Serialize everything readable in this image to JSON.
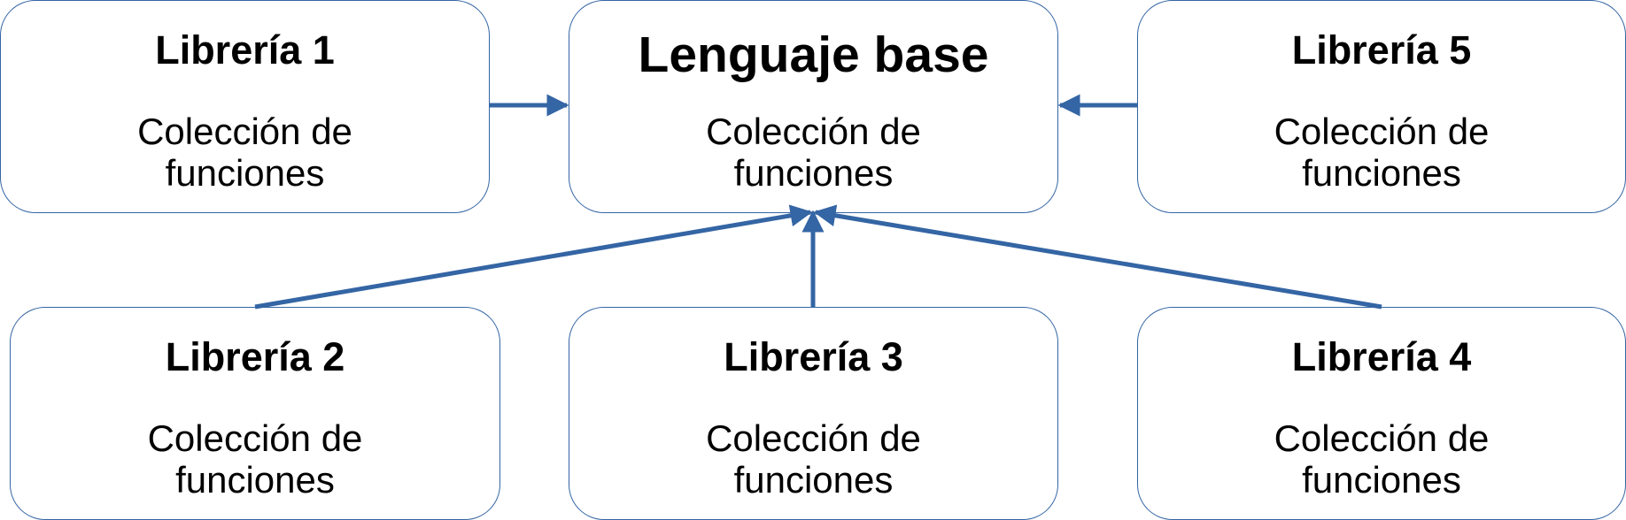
{
  "colors": {
    "border": "#3465a4",
    "arrow": "#3465a4",
    "text": "#000000",
    "background": "#ffffff"
  },
  "nodes": {
    "base": {
      "title": "Lenguaje base",
      "desc_line1": "Colección de",
      "desc_line2": "funciones"
    },
    "lib1": {
      "title": "Librería 1",
      "desc_line1": "Colección de",
      "desc_line2": "funciones"
    },
    "lib2": {
      "title": "Librería 2",
      "desc_line1": "Colección de",
      "desc_line2": "funciones"
    },
    "lib3": {
      "title": "Librería 3",
      "desc_line1": "Colección de",
      "desc_line2": "funciones"
    },
    "lib4": {
      "title": "Librería 4",
      "desc_line1": "Colección de",
      "desc_line2": "funciones"
    },
    "lib5": {
      "title": "Librería 5",
      "desc_line1": "Colección de",
      "desc_line2": "funciones"
    }
  },
  "edges": [
    {
      "from": "lib1",
      "to": "base"
    },
    {
      "from": "lib5",
      "to": "base"
    },
    {
      "from": "lib2",
      "to": "base"
    },
    {
      "from": "lib3",
      "to": "base"
    },
    {
      "from": "lib4",
      "to": "base"
    }
  ]
}
